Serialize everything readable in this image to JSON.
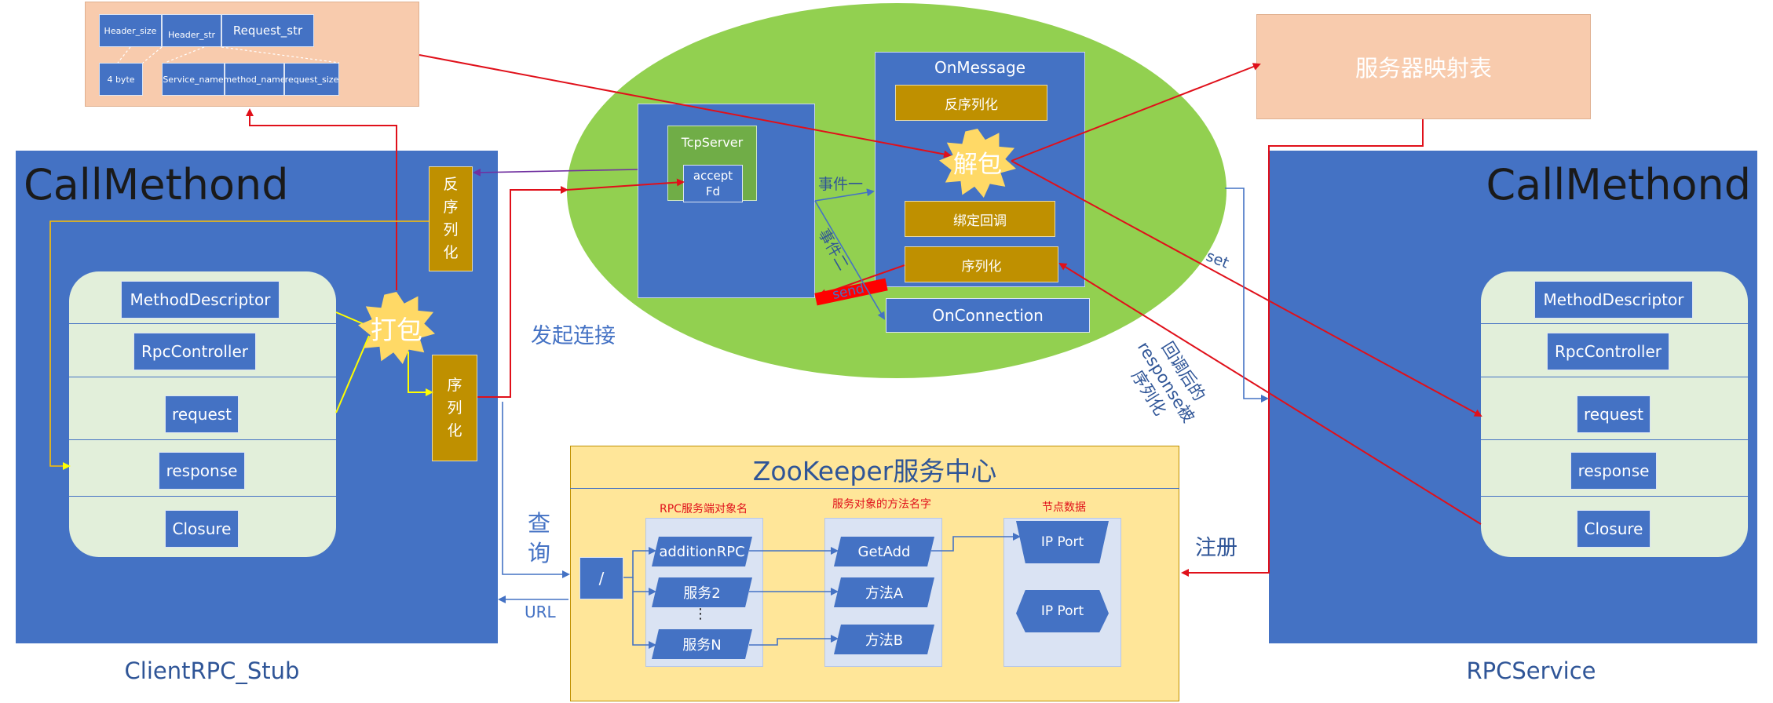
{
  "header_format": {
    "top_row": [
      "Header_size",
      "Header_str",
      "Request_str"
    ],
    "bottom_row": [
      "4 byte",
      "Service_name",
      "method_name",
      "request_size"
    ]
  },
  "mapping_table": "服务器映射表",
  "client": {
    "title": "CallMethond",
    "caption": "ClientRPC_Stub",
    "items": [
      "MethodDescriptor",
      "RpcController",
      "request",
      "response",
      "Closure"
    ],
    "pack": "打包",
    "deserialize": "反\n序\n列\n化",
    "serialize": "序\n列\n化"
  },
  "server": {
    "title": "CallMethond",
    "caption": "RPCService",
    "items": [
      "MethodDescriptor",
      "RpcController",
      "request",
      "response",
      "Closure"
    ]
  },
  "network": {
    "tcp_server": "TcpServer",
    "accept_fd": "accept\nFd",
    "on_message": "OnMessage",
    "deserialize": "反序列化",
    "unpack": "解包",
    "bind_callback": "绑定回调",
    "serialize": "序列化",
    "on_connection": "OnConnection",
    "event1": "事件一",
    "event2": "事件二",
    "send": "send"
  },
  "labels": {
    "connect": "发起连接",
    "query": "查\n询",
    "url": "URL",
    "set": "set",
    "register": "注册",
    "response_note": "回调后的\nresponse被\n序列化"
  },
  "zookeeper": {
    "title": "ZooKeeper服务中心",
    "col1_header": "RPC服务端对象名",
    "col2_header": "服务对象的方法名字",
    "col3_header": "节点数据",
    "root": "/",
    "services": [
      "additionRPC",
      "服务2",
      "服务N"
    ],
    "ellipsis": "⋮",
    "methods": [
      "GetAdd",
      "方法A",
      "方法B"
    ],
    "nodes": [
      "IP Port",
      "IP Port"
    ]
  },
  "colors": {
    "blue": "#4472c4",
    "gold": "#bf9000",
    "peach": "#f8cbad",
    "green": "#92d050",
    "zk_yellow": "#ffe699",
    "list_bg": "#e2efda",
    "red_arrow": "#e0101a",
    "yellow_arrow": "#ffff00",
    "purple_arrow": "#7030a0"
  }
}
